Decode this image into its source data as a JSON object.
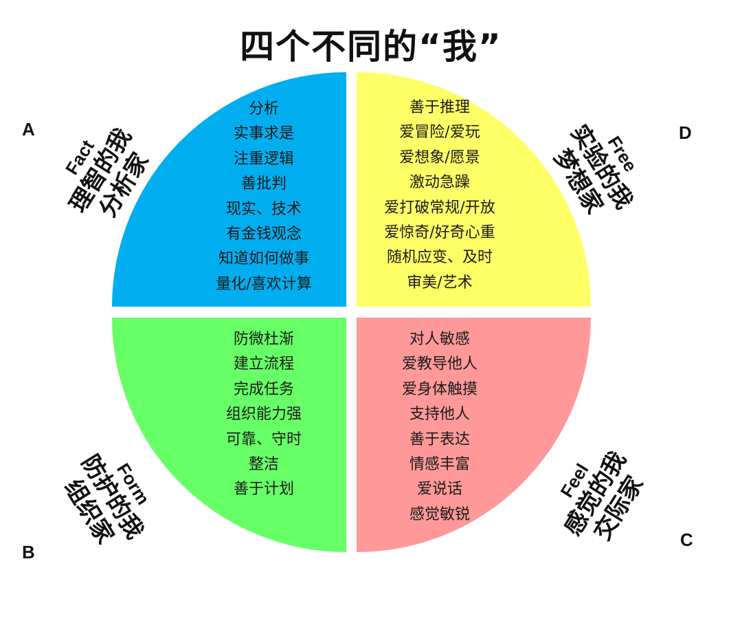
{
  "title": "四个不同的“我”",
  "colors": {
    "A": "#00aeef",
    "B": "#66ff66",
    "C": "#ff9999",
    "D": "#ffff66"
  },
  "quadrants": {
    "A": {
      "letter": "A",
      "en": "Fact",
      "role": [
        "理智的我",
        "分析家"
      ],
      "items": [
        "分析",
        "实事求是",
        "注重逻辑",
        "善批判",
        "现实、技术",
        "有金钱观念",
        "知道如何做事",
        "量化/喜欢计算"
      ]
    },
    "D": {
      "letter": "D",
      "en": "Free",
      "role": [
        "实验的我",
        "梦想家"
      ],
      "items": [
        "善于推理",
        "爱冒险/爱玩",
        "爱想象/愿景",
        "激动急躁",
        "爱打破常规/开放",
        "爱惊奇/好奇心重",
        "随机应变、及时",
        "审美/艺术"
      ]
    },
    "B": {
      "letter": "B",
      "en": "Form",
      "role": [
        "防护的我",
        "组织家"
      ],
      "items": [
        "防微杜渐",
        "建立流程",
        "完成任务",
        "组织能力强",
        "可靠、守时",
        "整洁",
        "善于计划"
      ]
    },
    "C": {
      "letter": "C",
      "en": "Feel",
      "role": [
        "感觉的我",
        "交际家"
      ],
      "items": [
        "对人敏感",
        "爱教导他人",
        "爱身体触摸",
        "支持他人",
        "善于表达",
        "情感丰富",
        "爱说话",
        "感觉敏锐"
      ]
    }
  }
}
